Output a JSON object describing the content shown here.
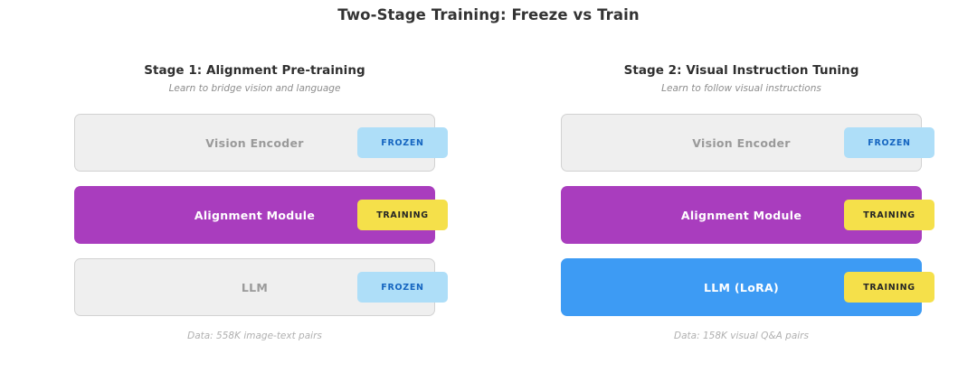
{
  "title": "Two-Stage Training: Freeze vs Train",
  "colors": {
    "frozen_block_bg": "#efefef",
    "frozen_block_border": "#d2d2d2",
    "frozen_block_text": "#9a9a9a",
    "training_purple": "#a93dbe",
    "training_blue": "#3d9bf4",
    "frozen_badge_bg": "#aedef8",
    "frozen_badge_text": "#1565c0",
    "training_badge_bg": "#f5e04a",
    "training_badge_text": "#262626"
  },
  "stages": [
    {
      "title": "Stage 1: Alignment Pre-training",
      "subtitle": "Learn to bridge vision and language",
      "data_note": "Data: 558K image-text pairs",
      "blocks": [
        {
          "label": "Vision Encoder",
          "badge": "FROZEN",
          "state": "frozen"
        },
        {
          "label": "Alignment Module",
          "badge": "TRAINING",
          "state": "training-purple"
        },
        {
          "label": "LLM",
          "badge": "FROZEN",
          "state": "frozen"
        }
      ]
    },
    {
      "title": "Stage 2: Visual Instruction Tuning",
      "subtitle": "Learn to follow visual instructions",
      "data_note": "Data: 158K visual Q&A pairs",
      "blocks": [
        {
          "label": "Vision Encoder",
          "badge": "FROZEN",
          "state": "frozen"
        },
        {
          "label": "Alignment Module",
          "badge": "TRAINING",
          "state": "training-purple"
        },
        {
          "label": "LLM (LoRA)",
          "badge": "TRAINING",
          "state": "training-blue"
        }
      ]
    }
  ]
}
